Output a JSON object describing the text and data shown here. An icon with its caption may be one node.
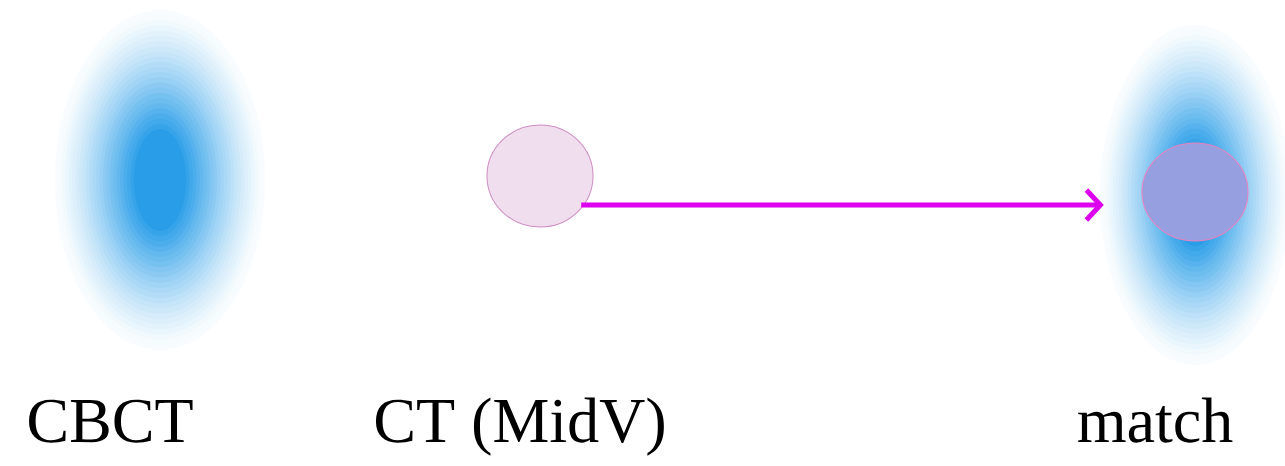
{
  "diagram": {
    "nodes": [
      {
        "text": [
          "CBCT"
        ]
      },
      {
        "text": [
          "CT (MidV)"
        ]
      },
      {
        "text": [
          "match"
        ]
      }
    ],
    "edges": [
      {
        "from": 1,
        "to": 2,
        "arrow": "to",
        "color": "#dd00ee"
      }
    ]
  }
}
